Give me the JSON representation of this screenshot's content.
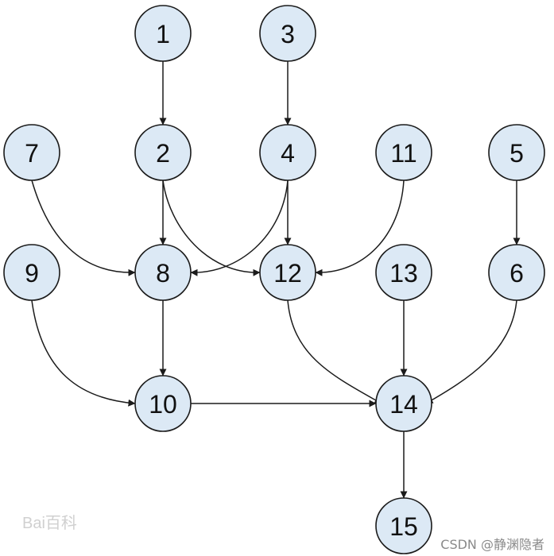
{
  "nodes": [
    {
      "id": "1",
      "label": "1"
    },
    {
      "id": "3",
      "label": "3"
    },
    {
      "id": "7",
      "label": "7"
    },
    {
      "id": "2",
      "label": "2"
    },
    {
      "id": "4",
      "label": "4"
    },
    {
      "id": "11",
      "label": "11"
    },
    {
      "id": "5",
      "label": "5"
    },
    {
      "id": "9",
      "label": "9"
    },
    {
      "id": "8",
      "label": "8"
    },
    {
      "id": "12",
      "label": "12"
    },
    {
      "id": "13",
      "label": "13"
    },
    {
      "id": "6",
      "label": "6"
    },
    {
      "id": "10",
      "label": "10"
    },
    {
      "id": "14",
      "label": "14"
    },
    {
      "id": "15",
      "label": "15"
    }
  ],
  "edges": [
    {
      "from": "1",
      "to": "2"
    },
    {
      "from": "3",
      "to": "4"
    },
    {
      "from": "5",
      "to": "6"
    },
    {
      "from": "7",
      "to": "8"
    },
    {
      "from": "2",
      "to": "8"
    },
    {
      "from": "2",
      "to": "12"
    },
    {
      "from": "4",
      "to": "8"
    },
    {
      "from": "4",
      "to": "12"
    },
    {
      "from": "11",
      "to": "12"
    },
    {
      "from": "9",
      "to": "10"
    },
    {
      "from": "8",
      "to": "10"
    },
    {
      "from": "10",
      "to": "14"
    },
    {
      "from": "12",
      "to": "14"
    },
    {
      "from": "13",
      "to": "14"
    },
    {
      "from": "6",
      "to": "14"
    },
    {
      "from": "14",
      "to": "15"
    }
  ],
  "watermarks": {
    "left": "Bai百科",
    "right": "CSDN @静渊隐者"
  }
}
